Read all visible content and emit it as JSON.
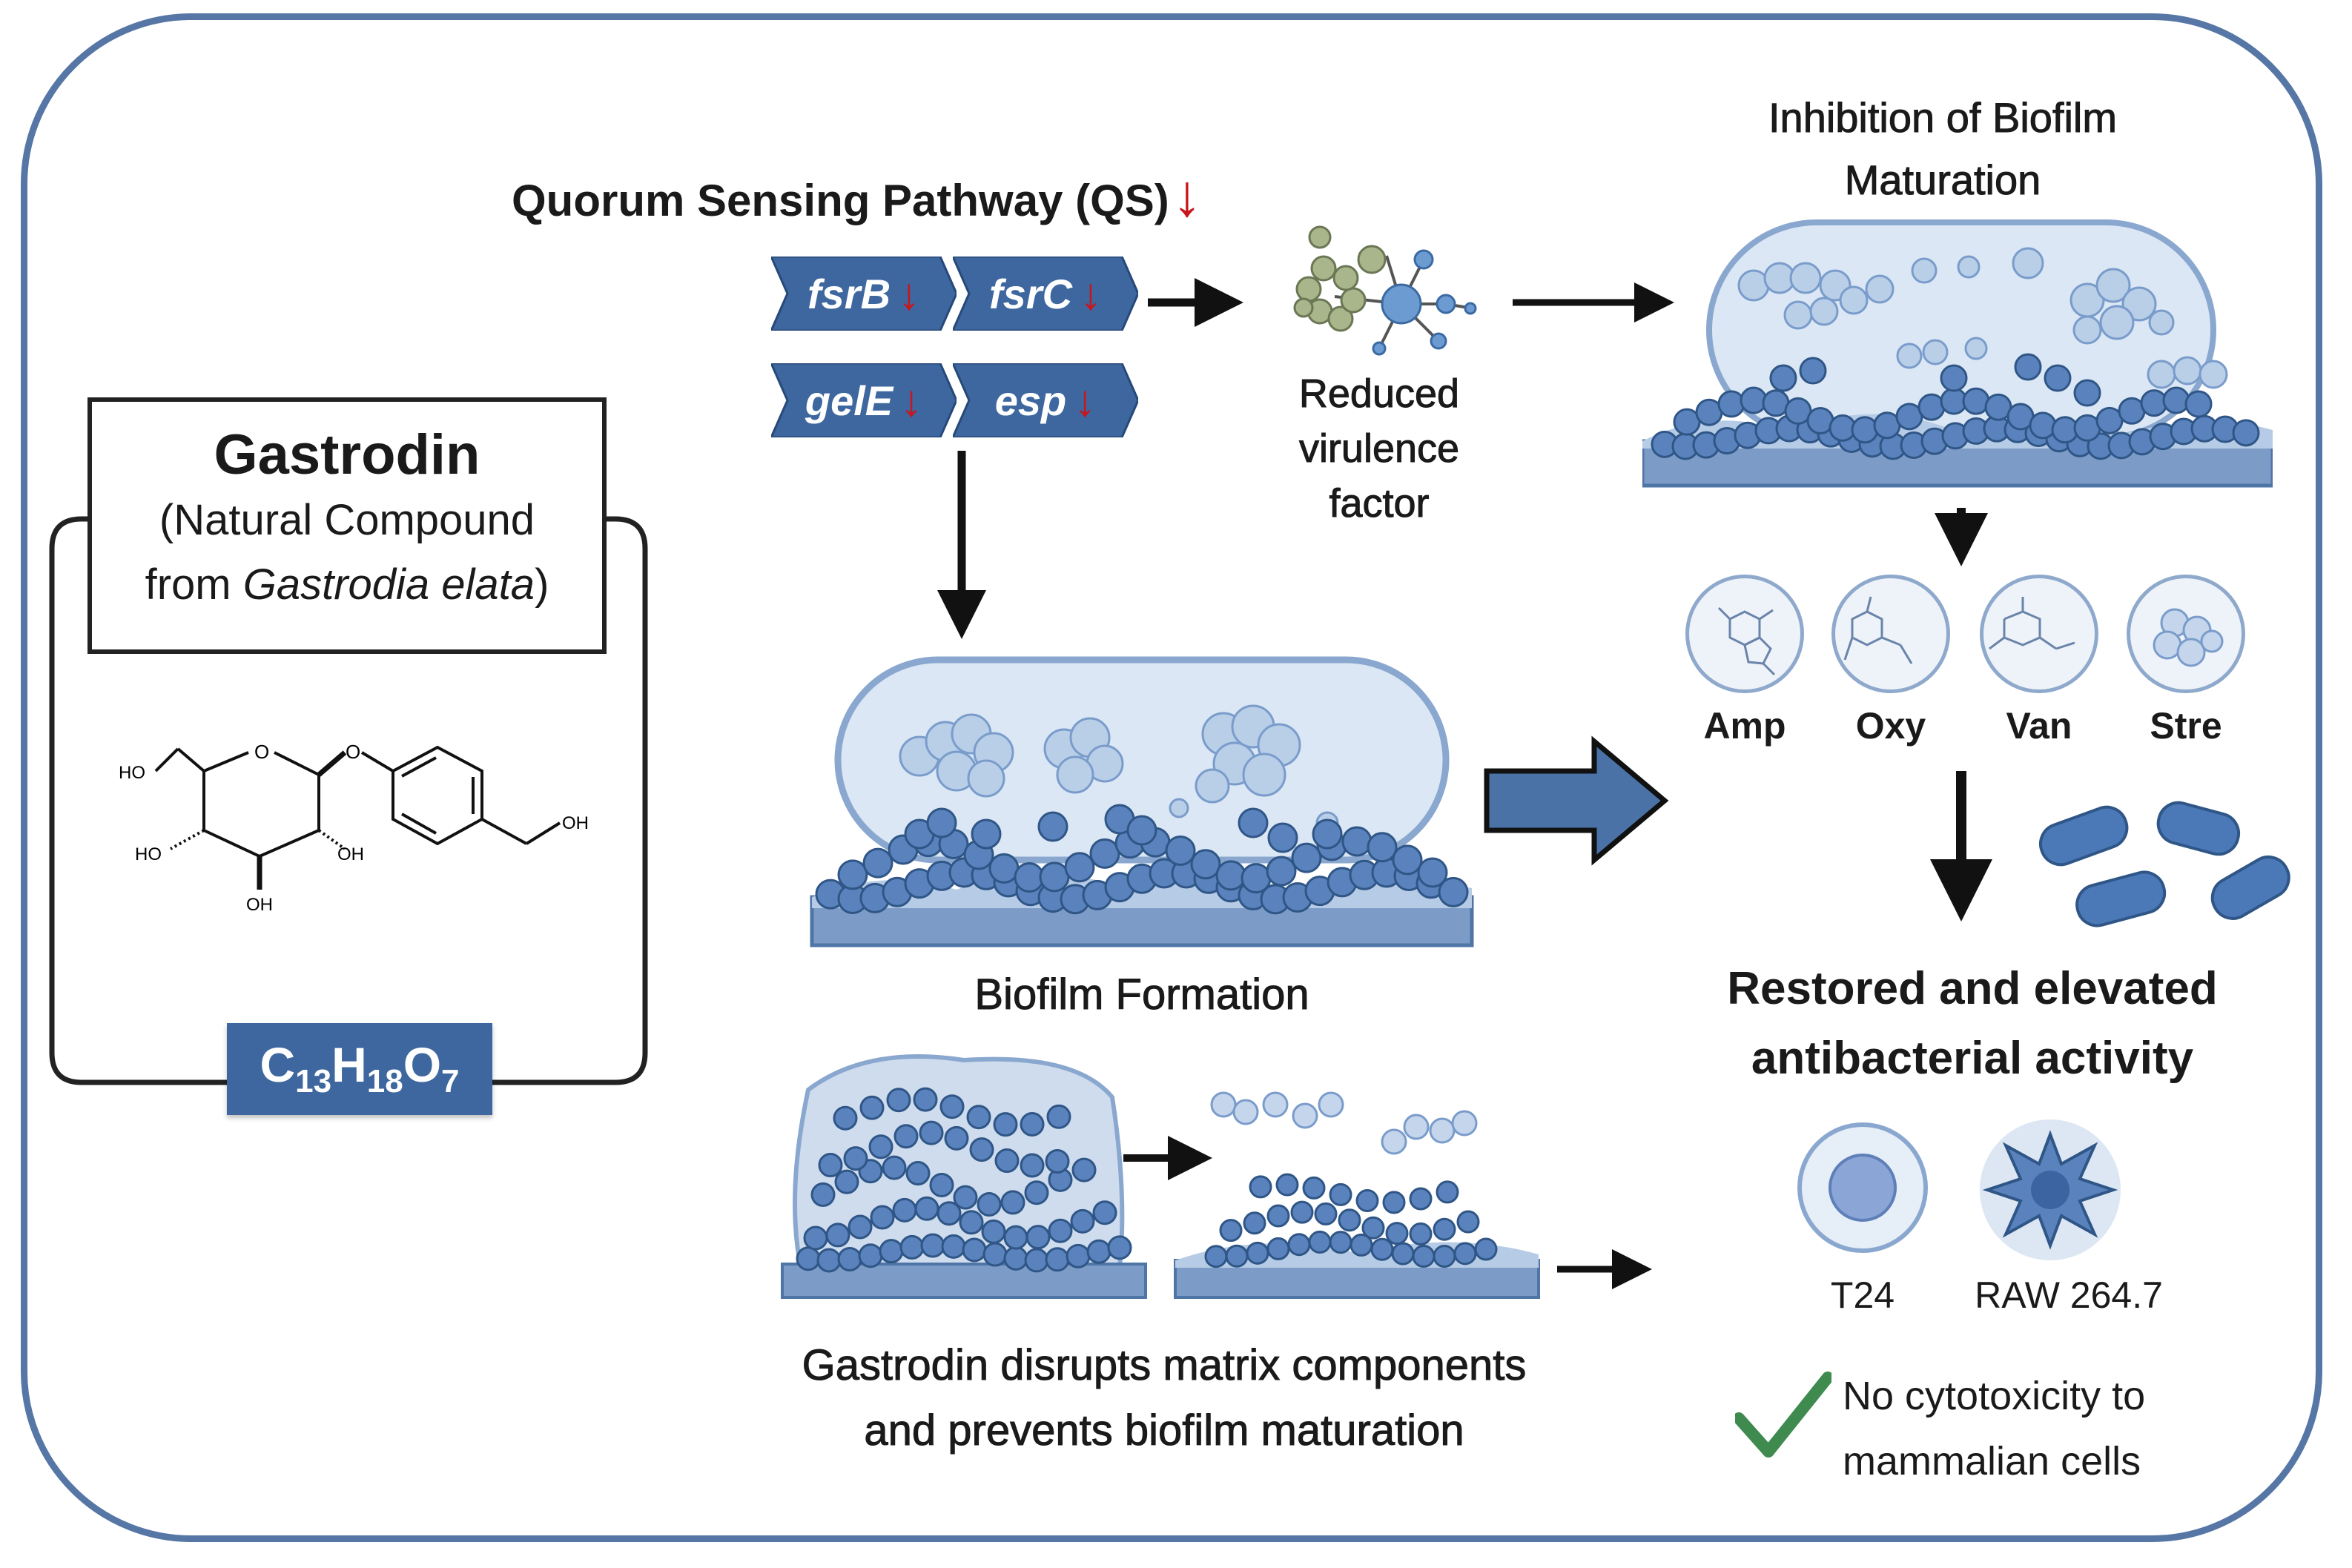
{
  "compound": {
    "name": "Gastrodin",
    "subtitle_line1": "(Natural Compound",
    "subtitle_from": "from ",
    "subtitle_species": "Gastrodia elata",
    "subtitle_close": ")",
    "formula_parts": [
      "C",
      "13",
      "H",
      "18",
      "O",
      "7"
    ],
    "structure_labels": {
      "ho_top": "HO",
      "ho_left": "HO",
      "oh_right": "OH",
      "oh_bottom": "OH",
      "oh_benzyl": "OH",
      "ring_o": "O",
      "link_o": "O"
    }
  },
  "qs": {
    "title": "Quorum Sensing Pathway (QS)",
    "down_arrow": "↓",
    "genes": [
      "fsrB",
      "fsrC",
      "gelE",
      "esp"
    ]
  },
  "virulence": {
    "line1": "Reduced",
    "line2": "virulence",
    "line3": "factor"
  },
  "maturation": {
    "line1": "Inhibition of Biofilm",
    "line2": "Maturation"
  },
  "antibiotics": [
    "Amp",
    "Oxy",
    "Van",
    "Stre"
  ],
  "biofilm_formation": "Biofilm Formation",
  "disrupt": {
    "line1": "Gastrodin disrupts matrix components",
    "line2": "and prevents biofilm maturation"
  },
  "activity": {
    "line1": "Restored and elevated",
    "line2": "antibacterial activity"
  },
  "cells": [
    "T24",
    "RAW 264.7"
  ],
  "cytotoxicity": {
    "line1": "No cytotoxicity to",
    "line2": "mammalian cells"
  },
  "colors": {
    "frame": "#5676a6",
    "gene_fill": "#3d679e",
    "red_arrow": "#c8161d",
    "bacteria": "#5a83bd",
    "check": "#3e8a4f"
  }
}
